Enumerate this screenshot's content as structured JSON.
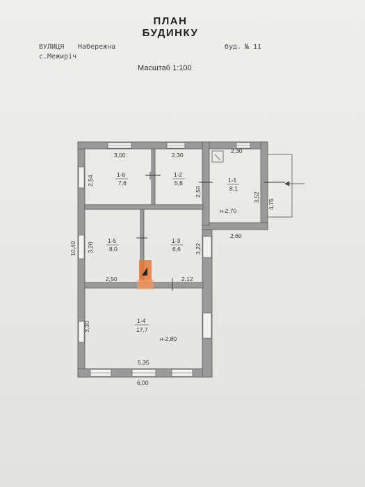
{
  "header": {
    "title_line1": "ПЛАН",
    "title_line2": "БУДИНКУ",
    "street_label": "ВУЛИЦЯ",
    "street_value": "Набережна",
    "building_label": "буд.",
    "building_number": "№ 11",
    "village": "с.Межиріч",
    "scale": "Масштаб 1:100"
  },
  "plan": {
    "dimensions": {
      "top_left_width": "3,00",
      "top_mid_width": "2,30",
      "top_right_width": "2,30",
      "left_height_top": "2,54",
      "overall_height": "10,40",
      "left_height_mid": "3,20",
      "left_height_bottom": "3,30",
      "partition_height": "2,50",
      "porch_height": "3,52",
      "porch_outer_height": "4,75",
      "right_mid_height": "3,22",
      "ext_width": "2,60",
      "corridor_width": "2,50",
      "corridor_width_right": "2,12",
      "inner_bottom_width": "5,35",
      "overall_width": "6,00"
    },
    "rooms": [
      {
        "id": "1-6",
        "area": "7,6"
      },
      {
        "id": "1-2",
        "area": "5,8"
      },
      {
        "id": "1-1",
        "area": "8,1",
        "height_note": "н-2,70"
      },
      {
        "id": "1-5",
        "area": "8,0"
      },
      {
        "id": "1-3",
        "area": "6,6"
      },
      {
        "id": "1-4",
        "area": "17,7",
        "height_note": "н-2,80"
      }
    ],
    "colors": {
      "wall": "#9a9a9a",
      "wall_edge": "#5a5a5a",
      "stove": "#e57a3a",
      "paper": "#ecebe8"
    }
  }
}
